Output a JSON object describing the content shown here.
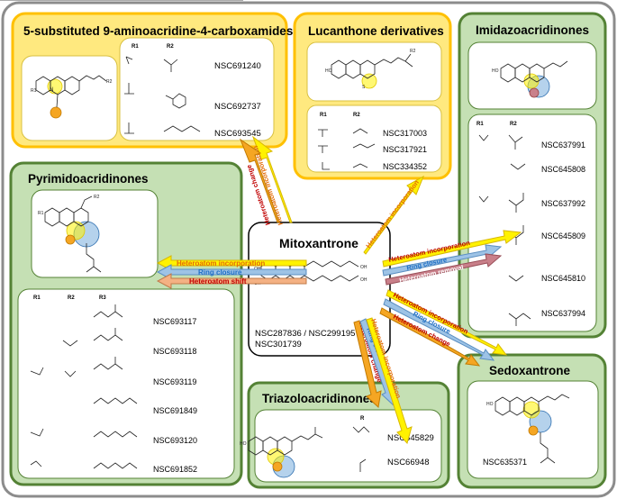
{
  "center": {
    "title": "Mitoxantrone",
    "nsc_line1": "NSC287836 / NSC299195 /",
    "nsc_line2": "NSC301739"
  },
  "groups": {
    "aminoacridine": {
      "title": "5-substituted 9-aminoacridine-4-carboxamides",
      "headers": [
        "R1",
        "R2"
      ],
      "compounds": [
        "NSC691240",
        "NSC692737",
        "NSC693545"
      ]
    },
    "lucanthone": {
      "title": "Lucanthone derivatives",
      "headers": [
        "R1",
        "R2"
      ],
      "compounds": [
        "NSC317003",
        "NSC317921",
        "NSC334352"
      ]
    },
    "imidazo": {
      "title": "Imidazoacridinones",
      "headers": [
        "R1",
        "R2"
      ],
      "compounds": [
        "NSC637991",
        "NSC645808",
        "NSC637992",
        "NSC645809",
        "NSC645810",
        "NSC637994"
      ]
    },
    "pyrimido": {
      "title": "Pyrimidoacridinones",
      "headers": [
        "R1",
        "R2",
        "R3"
      ],
      "compounds": [
        "NSC693117",
        "NSC693118",
        "NSC693119",
        "NSC691849",
        "NSC693120",
        "NSC691852"
      ]
    },
    "triazolo": {
      "title": "Triazoloacridinones",
      "headers": [
        "R"
      ],
      "compounds": [
        "NSC645829",
        "NSC66948"
      ]
    },
    "sedox": {
      "title": "Sedoxantrone",
      "compounds": [
        "NSC635371"
      ]
    }
  },
  "arrows": {
    "heteroatom_incorporation": "Heteroatom incorporation",
    "heteroatom_change": "Heteroatom change",
    "heteroatom_shift": "Heteroatom shift",
    "heteroatom_removal": "Heteroatom removal",
    "ring_closure": "Ring closure"
  },
  "colors": {
    "yellow_panel": "#FFE97F",
    "yellow_border": "#FFC000",
    "green_panel": "#C5E0B4",
    "green_border": "#548235",
    "arrow_yellow": "#FFF200",
    "arrow_orange": "#F5A623",
    "arrow_blue": "#9DC3E6",
    "arrow_salmon": "#F4B183",
    "arrow_red": "#C9808A",
    "text_yellow_arrow": "#E36C09",
    "text_blue_arrow": "#1F6FC5",
    "text_orange_arrow": "#C00000",
    "highlight_yellow": "#FFF200",
    "highlight_blue": "#5B9BD5",
    "highlight_orange": "#F5A623"
  }
}
